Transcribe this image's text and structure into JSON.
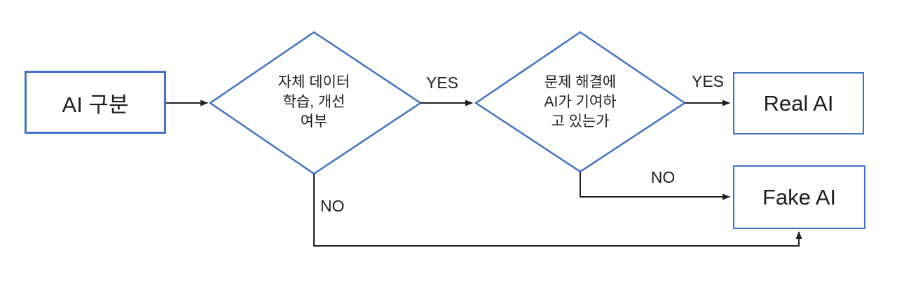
{
  "colors": {
    "accent": "#4472C4",
    "line": "#1f1f1f",
    "text": "#1f1f1f"
  },
  "nodes": {
    "start": {
      "label": "AI 구분"
    },
    "decision1": {
      "lines": [
        "자체 데이터",
        "학습, 개선",
        "여부"
      ]
    },
    "decision2": {
      "lines": [
        "문제 해결에",
        "AI가 기여하",
        "고 있는가"
      ]
    },
    "real": {
      "label": "Real AI"
    },
    "fake": {
      "label": "Fake AI"
    }
  },
  "edges": {
    "d1_yes": {
      "label": "YES"
    },
    "d2_yes": {
      "label": "YES"
    },
    "d2_no": {
      "label": "NO"
    },
    "d1_no": {
      "label": "NO"
    }
  }
}
